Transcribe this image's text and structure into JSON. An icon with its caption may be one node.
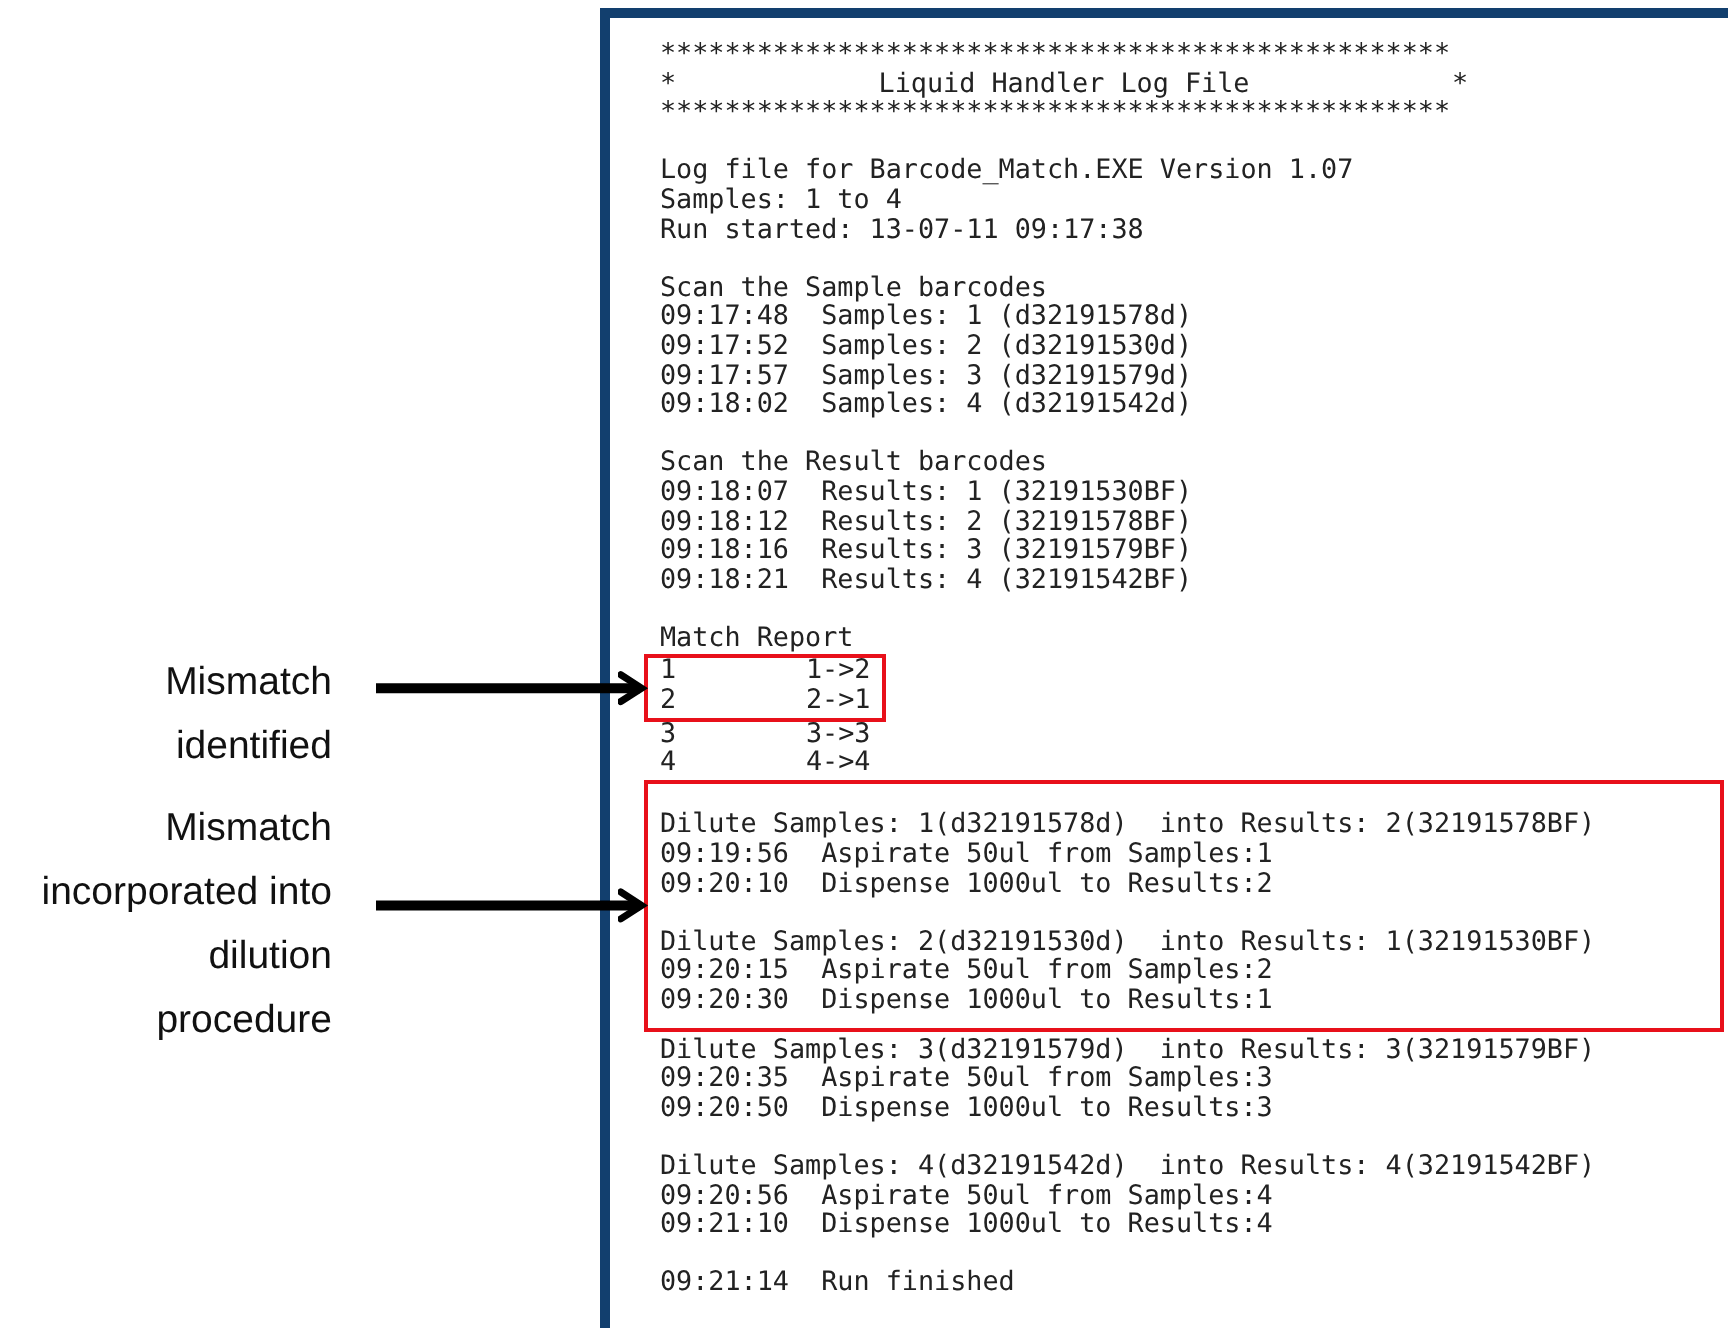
{
  "diagram": {
    "nodes": [
      {
        "text": [
          "*************************************************",
          "*",
          "Liquid Handler Log File",
          "*",
          "*************************************************",
          "Log file for Barcode_Match.EXE Version 1.07",
          "Samples: 1 to 4",
          "Run started: 13-07-11 09:17:38",
          "Scan the Sample barcodes",
          "09:17:48  Samples: 1 (d32191578d)",
          "09:17:52  Samples: 2 (d32191530d)",
          "09:17:57  Samples: 3 (d32191579d)",
          "09:18:02  Samples: 4 (d32191542d)",
          "Scan the Result barcodes",
          "09:18:07  Results: 1 (32191530BF)",
          "09:18:12  Results: 2 (32191578BF)",
          "09:18:16  Results: 3 (32191579BF)",
          "09:18:21  Results: 4 (32191542BF)",
          "Match Report",
          "3",
          "3->3",
          "4",
          "4->4",
          "Dilute Samples: 3(d32191579d)  into Results: 3(32191579BF)",
          "09:20:35  Aspirate 50ul from Samples:3",
          "09:20:50  Dispense 1000ul to Results:3",
          "Dilute Samples: 4(d32191542d)  into Results: 4(32191542BF)",
          "09:20:56  Aspirate 50ul from Samples:4",
          "09:21:10  Dispense 1000ul to Results:4",
          "09:21:14  Run finished"
        ]
      },
      {
        "text": [
          "1",
          "1->2",
          "2",
          "2->1"
        ],
        "in": 0
      },
      {
        "text": [
          "Dilute Samples: 1(d32191578d)  into Results: 2(32191578BF)",
          "09:19:56  Aspirate 50ul from Samples:1",
          "09:20:10  Dispense 1000ul to Results:2",
          "Dilute Samples: 2(d32191530d)  into Results: 1(32191530BF)",
          "09:20:15  Aspirate 50ul from Samples:2",
          "09:20:30  Dispense 1000ul to Results:1"
        ],
        "in": 0
      },
      {
        "text": [
          "Mismatch identified"
        ]
      },
      {
        "text": [
          "Mismatch incorporated into dilution procedure"
        ]
      }
    ],
    "edges": [
      {
        "from": 3,
        "to": 1,
        "arrow": "to"
      },
      {
        "from": 4,
        "to": 2,
        "arrow": "to"
      }
    ]
  }
}
